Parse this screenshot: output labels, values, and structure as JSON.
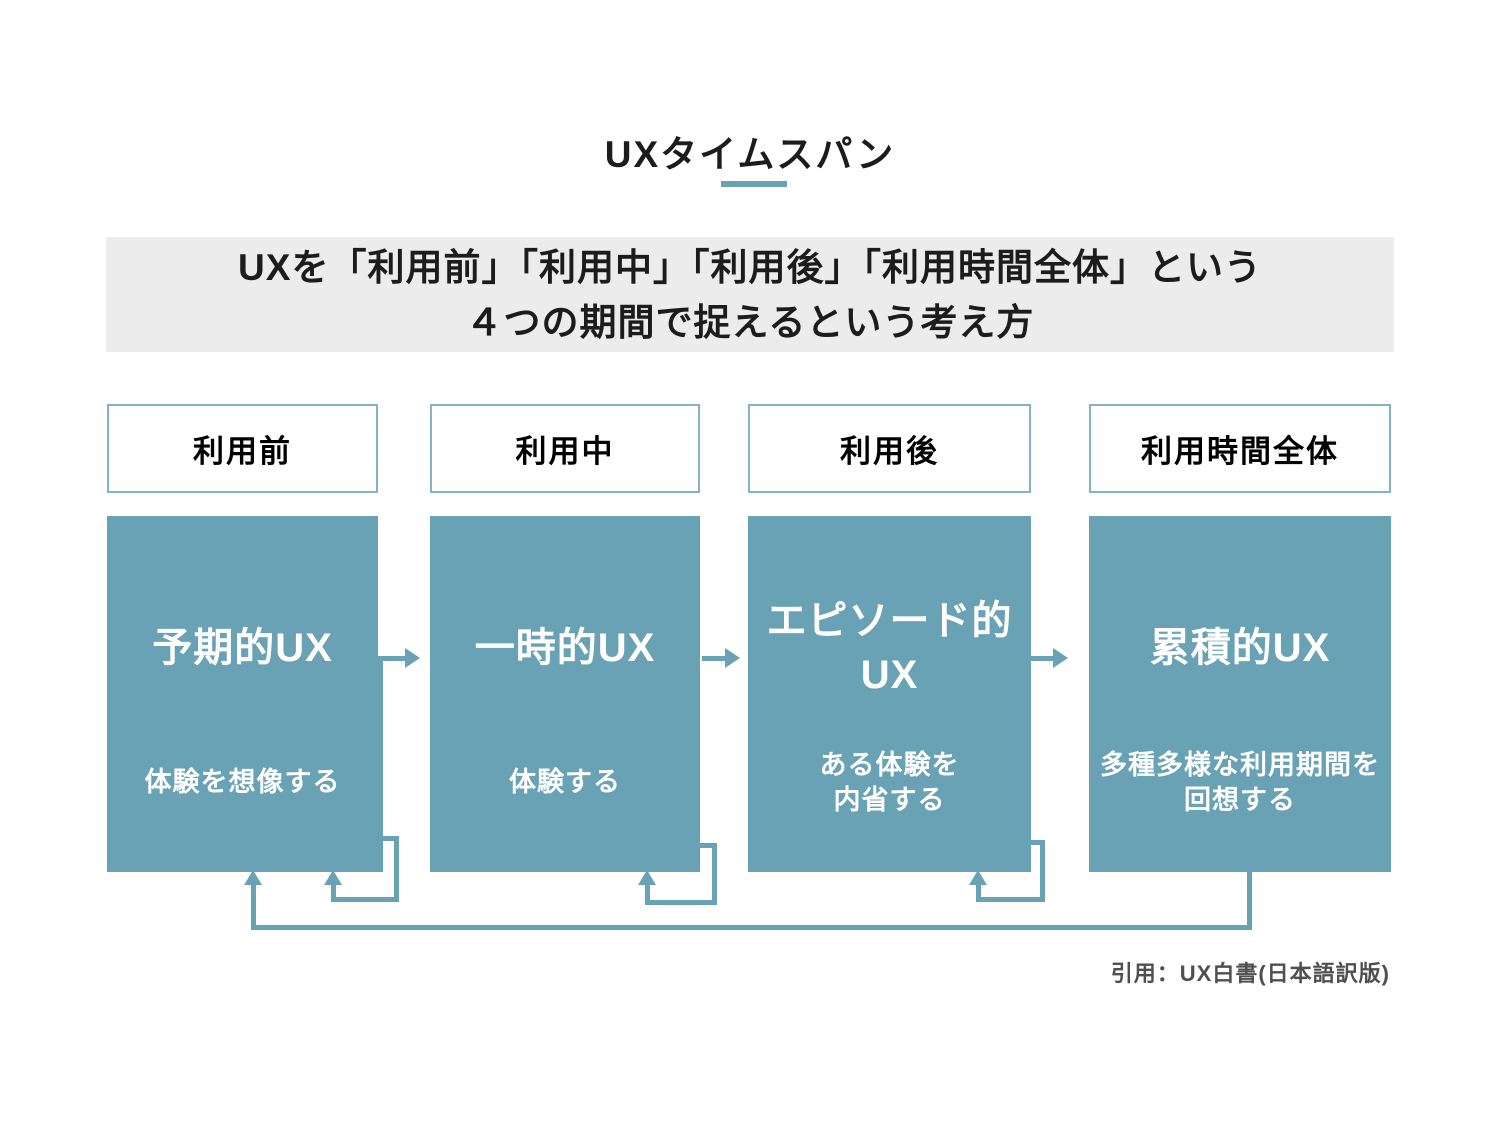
{
  "title": "UXタイムスパン",
  "subtitle": {
    "line1": "UXを「利用前」「利用中」「利用後」「利用時間全体」という",
    "line2": "４つの期間で捉えるという考え方"
  },
  "phases": [
    {
      "period": "利用前",
      "ux_type": "予期的UX",
      "description": "体験を想像する"
    },
    {
      "period": "利用中",
      "ux_type": "一時的UX",
      "description": "体験する"
    },
    {
      "period": "利用後",
      "ux_type": "エピソード的\nUX",
      "description": "ある体験を\n内省する"
    },
    {
      "period": "利用時間全体",
      "ux_type": "累積的UX",
      "description": "多種多様な利用期間を\n回想する"
    }
  ],
  "citation": "引用：UX白書(日本語訳版)",
  "colors": {
    "page_bg": "#ffffff",
    "accent": "#69a2b4",
    "box_fill": "#ffffff",
    "box_border": "#84b3c4",
    "subtitle_bg": "#ececec",
    "text_dark": "#1c1c1c",
    "header_text": "#000000",
    "label_text": "#ffffff",
    "citation_text": "#4f4f4f"
  }
}
